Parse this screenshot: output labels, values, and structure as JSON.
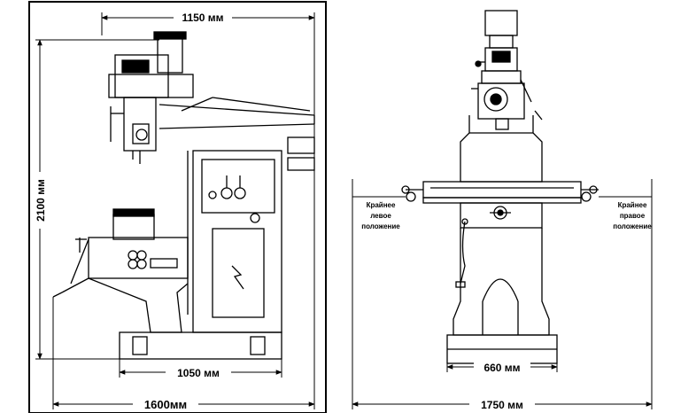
{
  "side_view": {
    "top_width": "1150 мм",
    "height": "2100 мм",
    "base_width": "1050 мм",
    "total_width": "1600мм"
  },
  "front_view": {
    "left_note": [
      "Крайнее",
      "левое",
      "положение"
    ],
    "right_note": [
      "Крайнее",
      "правое",
      "положение"
    ],
    "base_width": "660 мм",
    "total_width": "1750 мм"
  }
}
